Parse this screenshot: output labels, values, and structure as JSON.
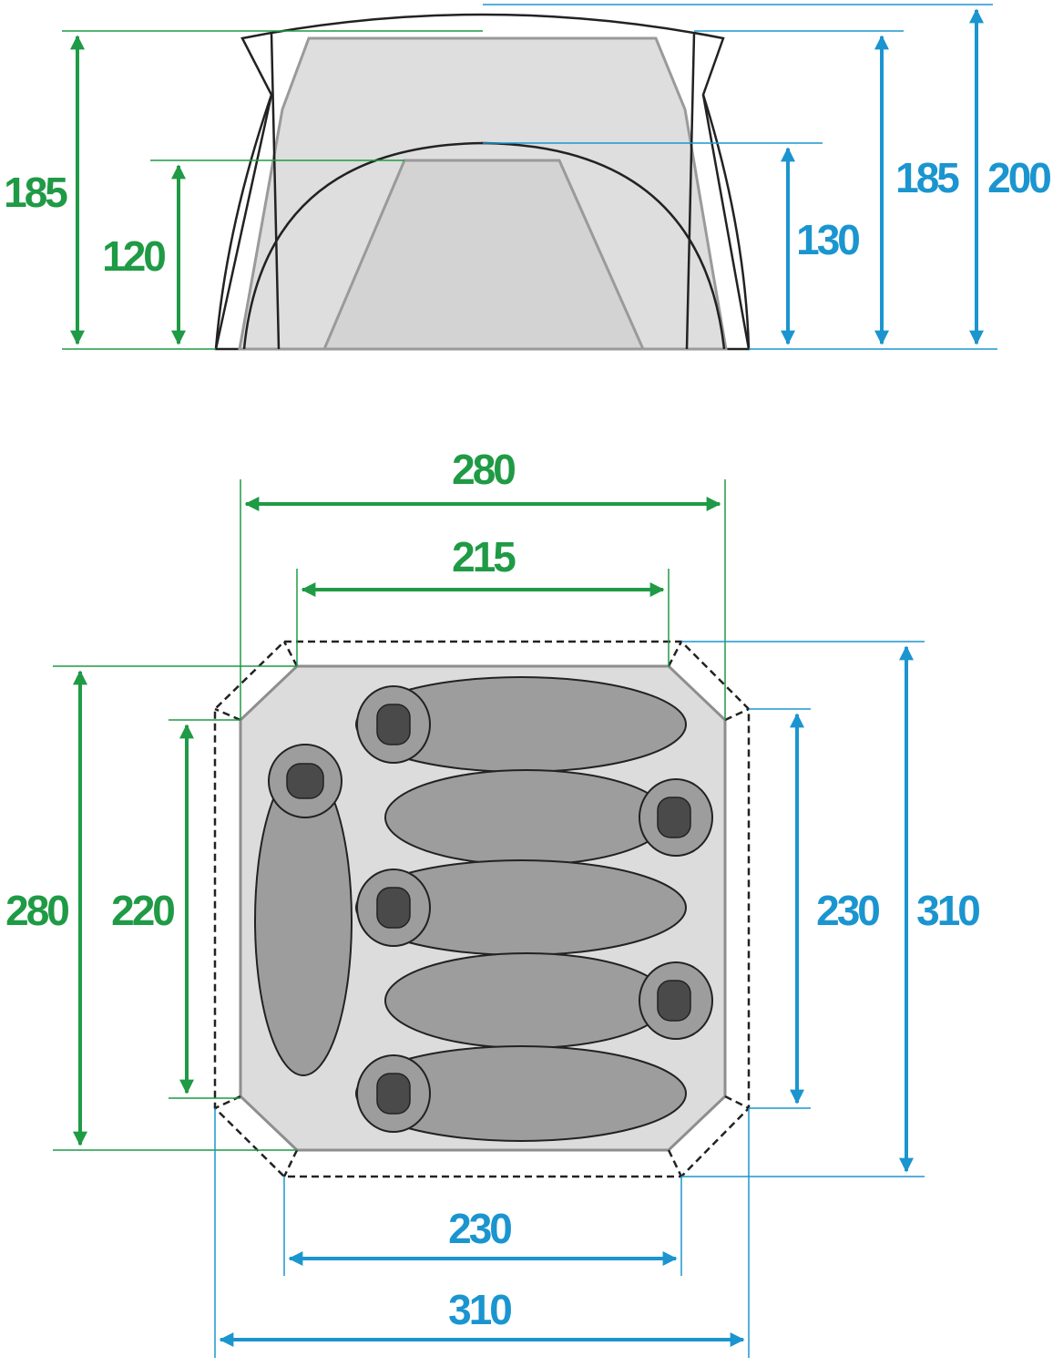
{
  "colors": {
    "inner_dim": "#1f9a45",
    "outer_dim": "#1b95cf",
    "floor_fill": "#dcdcdc",
    "sleeping_bag": "#9d9d9d",
    "sleeping_bag_hood": "#4a4a4a",
    "frame_line": "#222222"
  },
  "side_view": {
    "inner_total_height": "185",
    "inner_door_height": "120",
    "outer_door_height": "130",
    "outer_inner_height": "185",
    "outer_total_height": "200"
  },
  "floor_plan": {
    "inner_width": "280",
    "inner_width_narrow": "215",
    "inner_depth": "280",
    "inner_depth_narrow": "220",
    "outer_depth_narrow": "230",
    "outer_depth": "310",
    "outer_width_narrow": "230",
    "outer_width": "310",
    "sleeping_bags": 6
  }
}
